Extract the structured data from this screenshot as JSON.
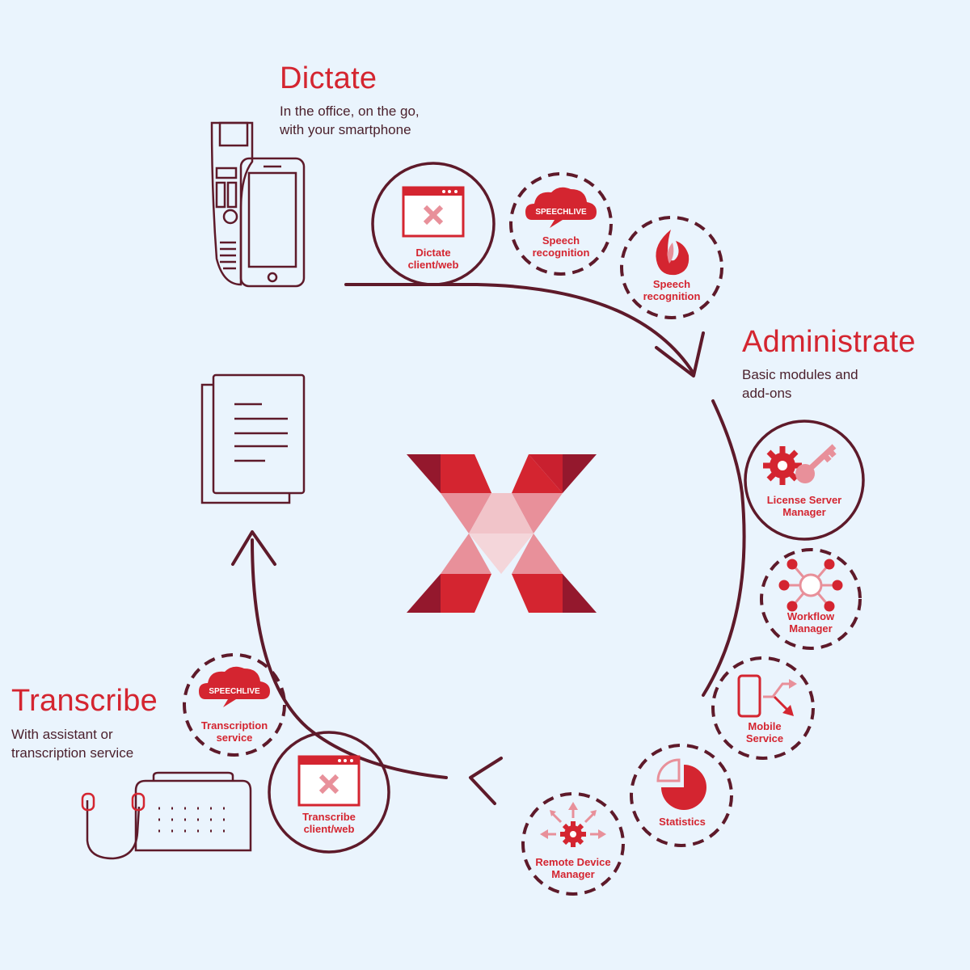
{
  "sections": {
    "dictate": {
      "title": "Dictate",
      "subtitle_line1": "In the office, on the go,",
      "subtitle_line2": "with your smartphone"
    },
    "administrate": {
      "title": "Administrate",
      "subtitle_line1": "Basic modules and",
      "subtitle_line2": "add-ons"
    },
    "transcribe": {
      "title": "Transcribe",
      "subtitle_line1": "With assistant or",
      "subtitle_line2": "transcription service"
    }
  },
  "modules": {
    "dictate_client": {
      "line1": "Dictate",
      "line2": "client/web"
    },
    "speechlive_recognition": {
      "badge": "SPEECHLIVE",
      "line1": "Speech",
      "line2": "recognition"
    },
    "dragon_recognition": {
      "line1": "Speech",
      "line2": "recognition"
    },
    "license_server": {
      "line1": "License Server",
      "line2": "Manager"
    },
    "workflow": {
      "line1": "Workflow",
      "line2": "Manager"
    },
    "mobile_service": {
      "line1": "Mobile",
      "line2": "Service"
    },
    "statistics": {
      "line1": "Statistics"
    },
    "remote_device": {
      "line1": "Remote Device",
      "line2": "Manager"
    },
    "transcribe_client": {
      "line1": "Transcribe",
      "line2": "client/web"
    },
    "speechlive_transcription": {
      "badge": "SPEECHLIVE",
      "line1": "Transcription",
      "line2": "service"
    }
  },
  "colors": {
    "background": "#eaf4fd",
    "accent_red": "#d42530",
    "dark_maroon": "#5e1a2a",
    "pink": "#e8909a"
  },
  "icons": [
    "handheld-recorder-icon",
    "smartphone-icon",
    "document-icon",
    "foot-control-icon",
    "headphones-icon",
    "app-window-icon",
    "speechlive-cloud-icon",
    "dragon-flame-icon",
    "gear-key-icon",
    "workflow-network-icon",
    "mobile-arrows-icon",
    "pie-chart-icon",
    "remote-gear-arrows-icon",
    "philips-x-logo"
  ]
}
